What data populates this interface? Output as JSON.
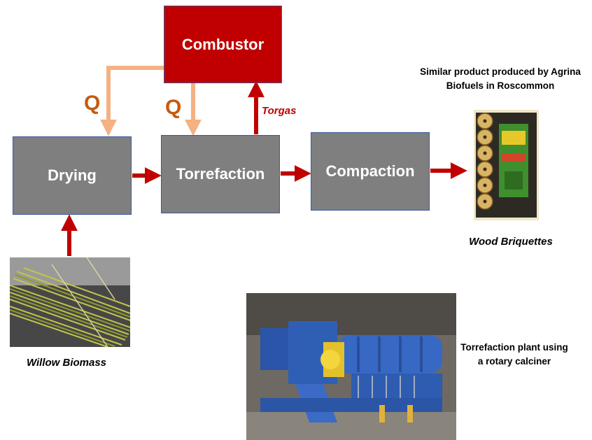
{
  "process": {
    "combustor": "Combustor",
    "drying": "Drying",
    "torrefaction": "Torrefaction",
    "compaction": "Compaction"
  },
  "flows": {
    "heat_label_1": "Q",
    "heat_label_2": "Q",
    "torgas_label": "Torgas"
  },
  "captions": {
    "similar_product": "Similar product produced by Agrina Biofuels in Roscommon",
    "wood_briquettes": "Wood Briquettes",
    "willow_biomass": "Willow Biomass",
    "torrefaction_plant": "Torrefaction plant using a rotary calciner"
  },
  "colors": {
    "process_box": "#7f7f7f",
    "combustor_box": "#c00000",
    "heat_arrow": "#f4b183",
    "flow_arrow": "#c00000",
    "heat_label": "#c55a11"
  }
}
